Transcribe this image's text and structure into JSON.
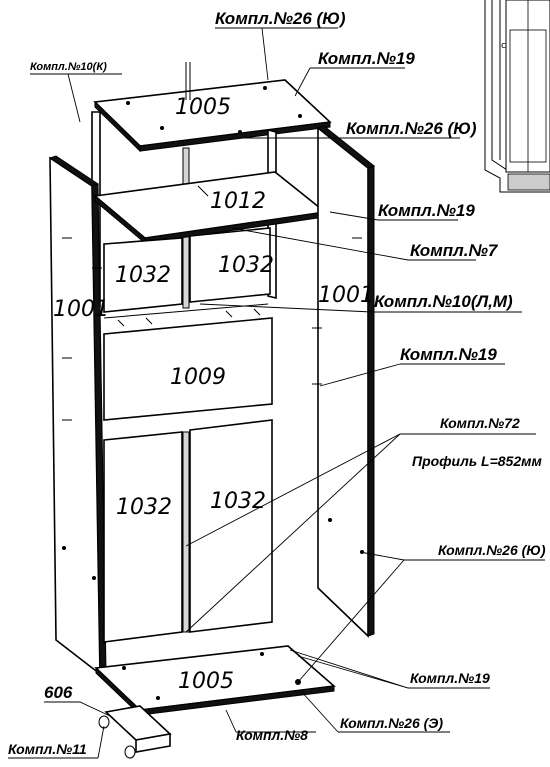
{
  "parts": {
    "top_panel": "1005",
    "shelf": "1012",
    "upper_left_door": "1032",
    "upper_right_door": "1032",
    "left_side": "1001",
    "right_side": "1001",
    "drawer_front": "1009",
    "lower_left_door": "1032",
    "lower_right_door": "1032",
    "bottom_panel": "1005",
    "plinth": "606"
  },
  "callouts": {
    "k26_top": "Компл.№26 (Ю)",
    "k19_top": "Компл.№19",
    "k10k": "Компл.№10(К)",
    "k26_mid": "Компл.№26 (Ю)",
    "k19_shelf": "Компл.№19",
    "k7": "Компл.№7",
    "k10lm": "Компл.№10(Л,М)",
    "k19_mid": "Компл.№19",
    "k72": "Компл.№72",
    "profile": "Профиль L=852мм",
    "k26_low": "Компл.№26 (Ю)",
    "k19_bottom": "Компл.№19",
    "k26_e": "Компл.№26 (Э)",
    "k8": "Компл.№8",
    "k11": "Компл.№11"
  }
}
